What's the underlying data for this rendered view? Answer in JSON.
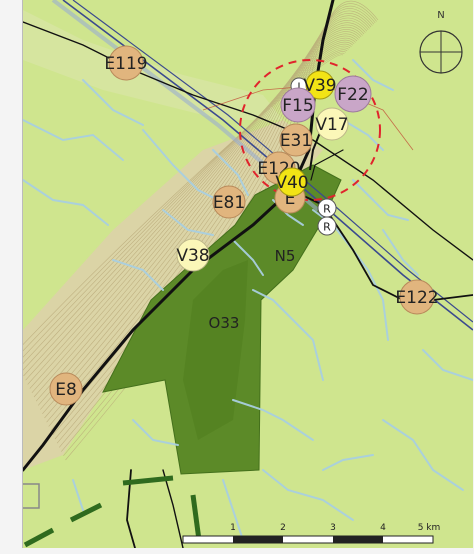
{
  "colors": {
    "background": "#cfe58e",
    "terrain_band": "#dbd2a8",
    "water": "#a9cfe0",
    "dark_green": "#5c8a28",
    "road": "#111111",
    "rail": "#3b4a8f",
    "dashed_circle": "#e0242c",
    "border_green": "#2f6b1e",
    "marker_orange": "#e1b57e",
    "marker_pink": "#c9a6c8",
    "marker_cream": "#fbf7b8",
    "marker_yellow": "#f2e415",
    "marker_white": "#ffffff"
  },
  "north_label": "N",
  "markers": [
    {
      "id": "E119",
      "label": "E119",
      "style": "orange"
    },
    {
      "id": "E81",
      "label": "E81",
      "style": "orange"
    },
    {
      "id": "E8",
      "label": "E8",
      "style": "orange"
    },
    {
      "id": "E122",
      "label": "E122",
      "style": "orange"
    },
    {
      "id": "E31",
      "label": "E31",
      "style": "orange"
    },
    {
      "id": "E120",
      "label": "E120",
      "style": "orange"
    },
    {
      "id": "E-lower",
      "label": "E",
      "style": "orange"
    },
    {
      "id": "F15",
      "label": "F15",
      "style": "pink"
    },
    {
      "id": "F22",
      "label": "F22",
      "style": "pink"
    },
    {
      "id": "V39",
      "label": "V39",
      "style": "yellow"
    },
    {
      "id": "V40",
      "label": "V40",
      "style": "yellow"
    },
    {
      "id": "V17",
      "label": "V17",
      "style": "cream"
    },
    {
      "id": "V38",
      "label": "V38",
      "style": "cream"
    },
    {
      "id": "I",
      "label": "I",
      "style": "white"
    },
    {
      "id": "R1",
      "label": "R",
      "style": "white"
    },
    {
      "id": "R2",
      "label": "R",
      "style": "white"
    }
  ],
  "area_labels": [
    {
      "id": "O33",
      "label": "O33"
    },
    {
      "id": "N5",
      "label": "N5"
    }
  ],
  "scale_bar": {
    "labels": [
      "1",
      "2",
      "3",
      "4",
      "5 km"
    ]
  }
}
